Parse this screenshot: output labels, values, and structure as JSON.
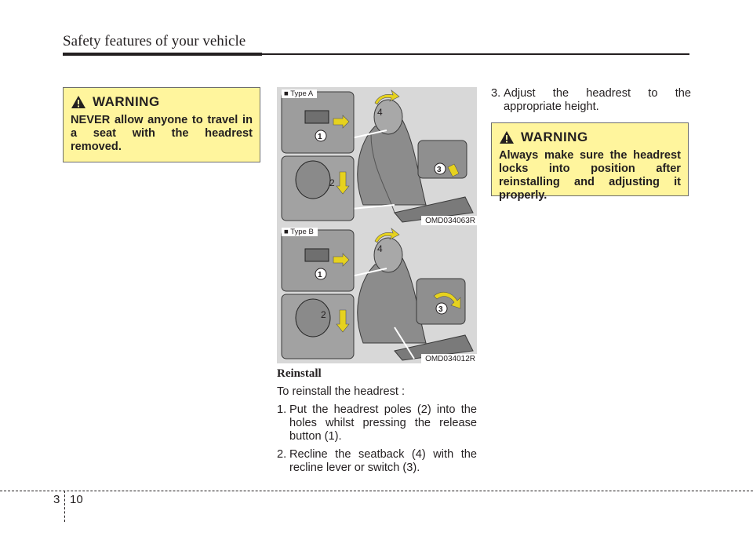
{
  "header": {
    "title": "Safety features of your vehicle"
  },
  "warnings": [
    {
      "title": "WARNING",
      "text": "NEVER allow anyone to travel in a seat with the headrest removed."
    },
    {
      "title": "WARNING",
      "text": "Always make sure the headrest locks into position after reinstalling and adjusting it properly."
    }
  ],
  "figures": [
    {
      "label": "■ Type A",
      "code": "OMD034063R",
      "callouts": [
        "1",
        "2",
        "3",
        "4"
      ]
    },
    {
      "label": "■ Type B",
      "code": "OMD034012R",
      "callouts": [
        "1",
        "2",
        "3",
        "4"
      ]
    }
  ],
  "section": {
    "heading": "Reinstall",
    "intro": "To reinstall the headrest :",
    "steps": [
      {
        "num": "1.",
        "text": "Put the headrest poles (2) into the holes whilst pressing the release button (1)."
      },
      {
        "num": "2.",
        "text": "Recline the seatback (4) with the recline lever or switch (3)."
      },
      {
        "num": "3.",
        "text": "Adjust the headrest to the appropriate height."
      }
    ]
  },
  "footer": {
    "chapter": "3",
    "page": "10"
  },
  "colors": {
    "warning_bg": "#fff59d",
    "arrow_yellow": "#e6d21e",
    "figure_bg": "#d8d8d8"
  }
}
